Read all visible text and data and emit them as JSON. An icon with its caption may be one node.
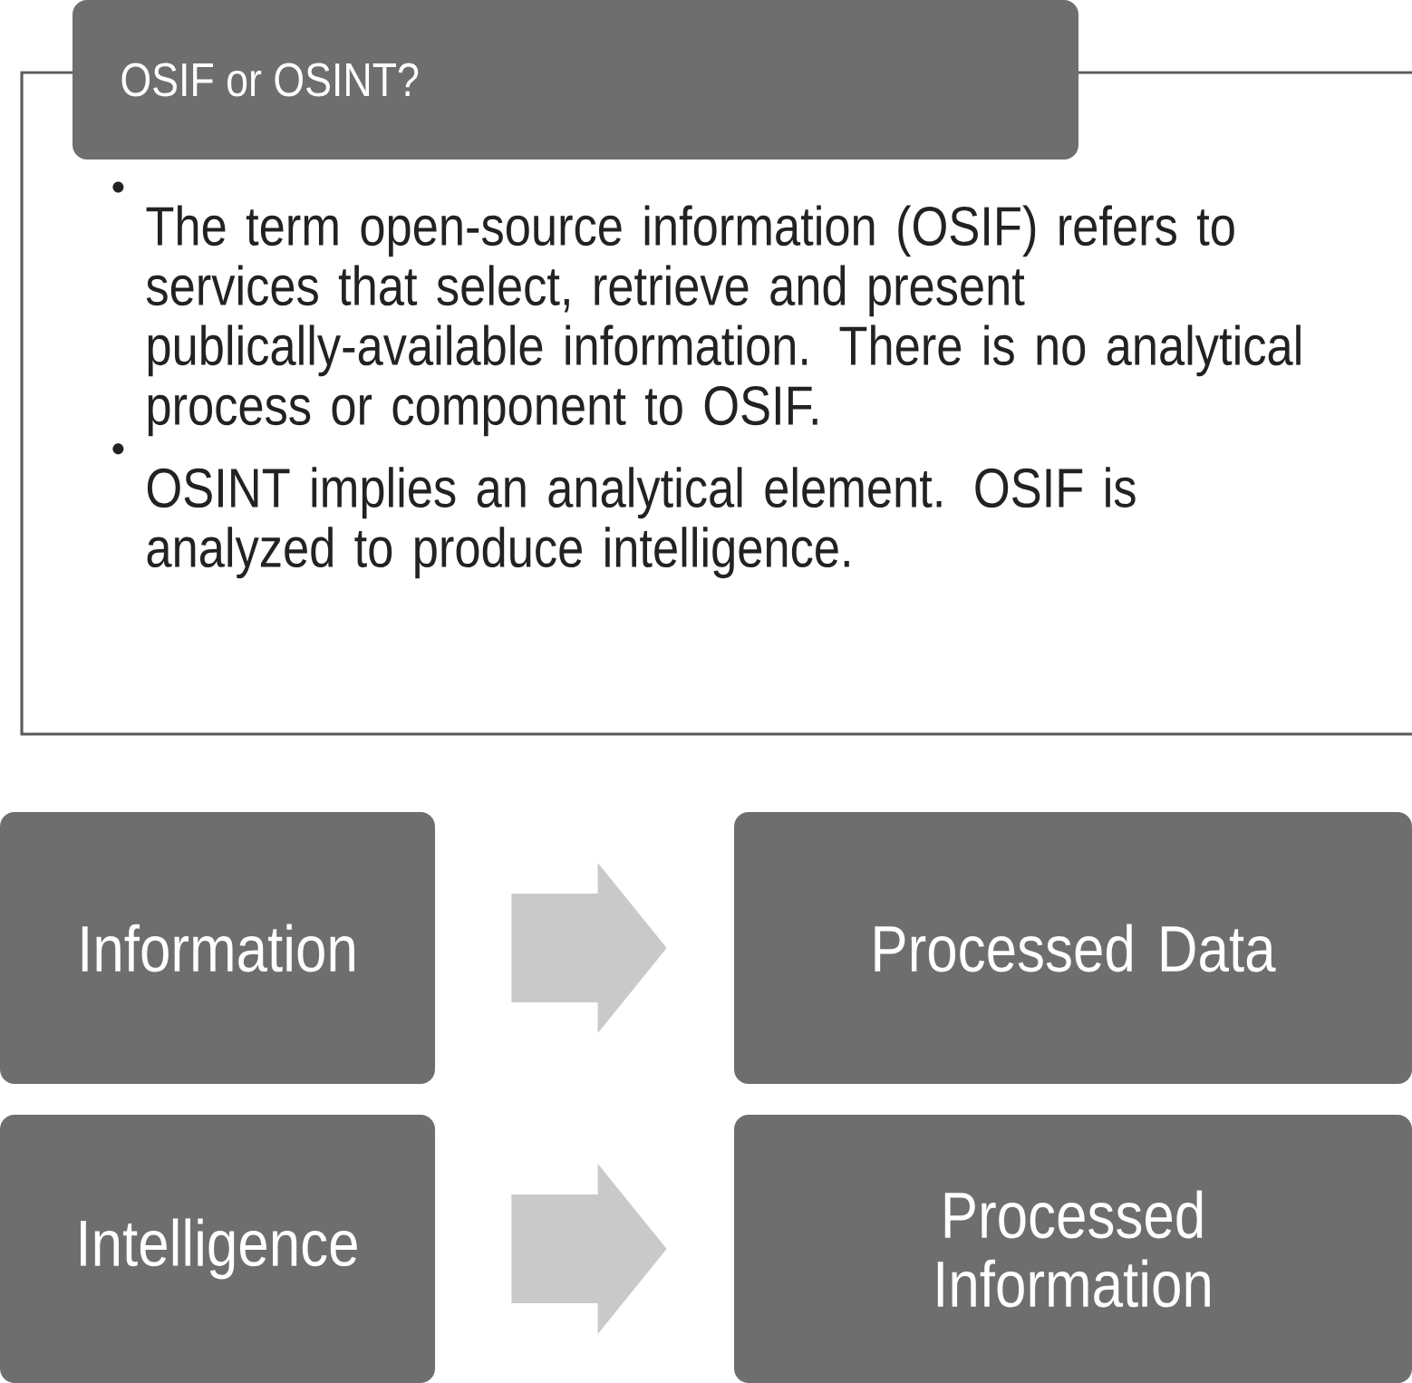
{
  "diagram": {
    "nodes": [
      {
        "text": [
          "OSIF or OSINT?",
          "The term open-source information (OSIF) refers to services that select, retrieve and present publically-available information. There is no analytical process or component to OSIF.",
          "OSINT implies an analytical element. OSIF is analyzed to produce intelligence."
        ]
      },
      {
        "text": [
          "Information"
        ]
      },
      {
        "text": [
          "Processed Data"
        ]
      },
      {
        "text": [
          "Intelligence"
        ]
      },
      {
        "text": [
          "Processed Information"
        ]
      }
    ],
    "edges": [
      {
        "from": 1,
        "to": 2,
        "arrow": "to"
      },
      {
        "from": 3,
        "to": 4,
        "arrow": "to"
      }
    ]
  }
}
